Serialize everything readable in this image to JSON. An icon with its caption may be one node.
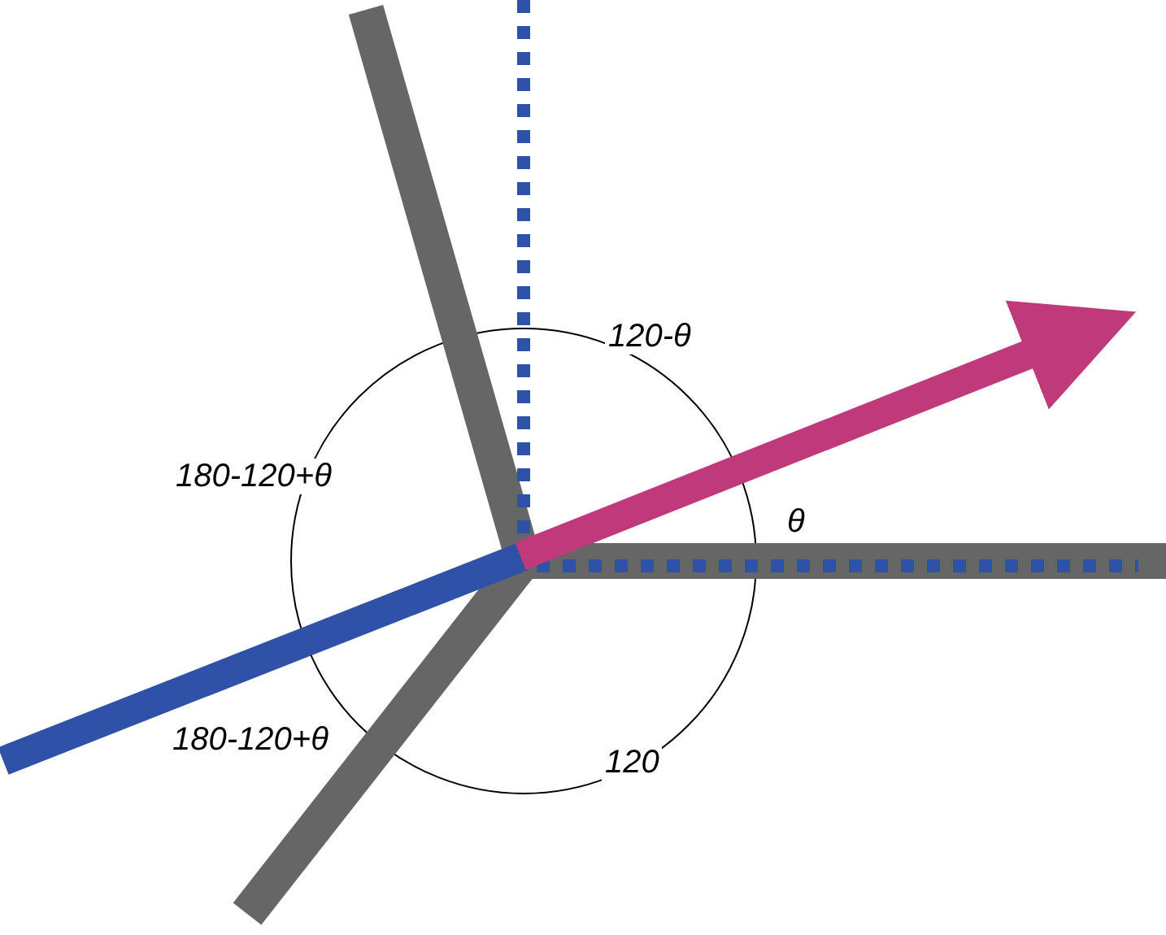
{
  "diagram": {
    "labels": [
      "120-θ",
      "180-120+θ",
      "θ",
      "180-120+θ",
      "120"
    ]
  }
}
